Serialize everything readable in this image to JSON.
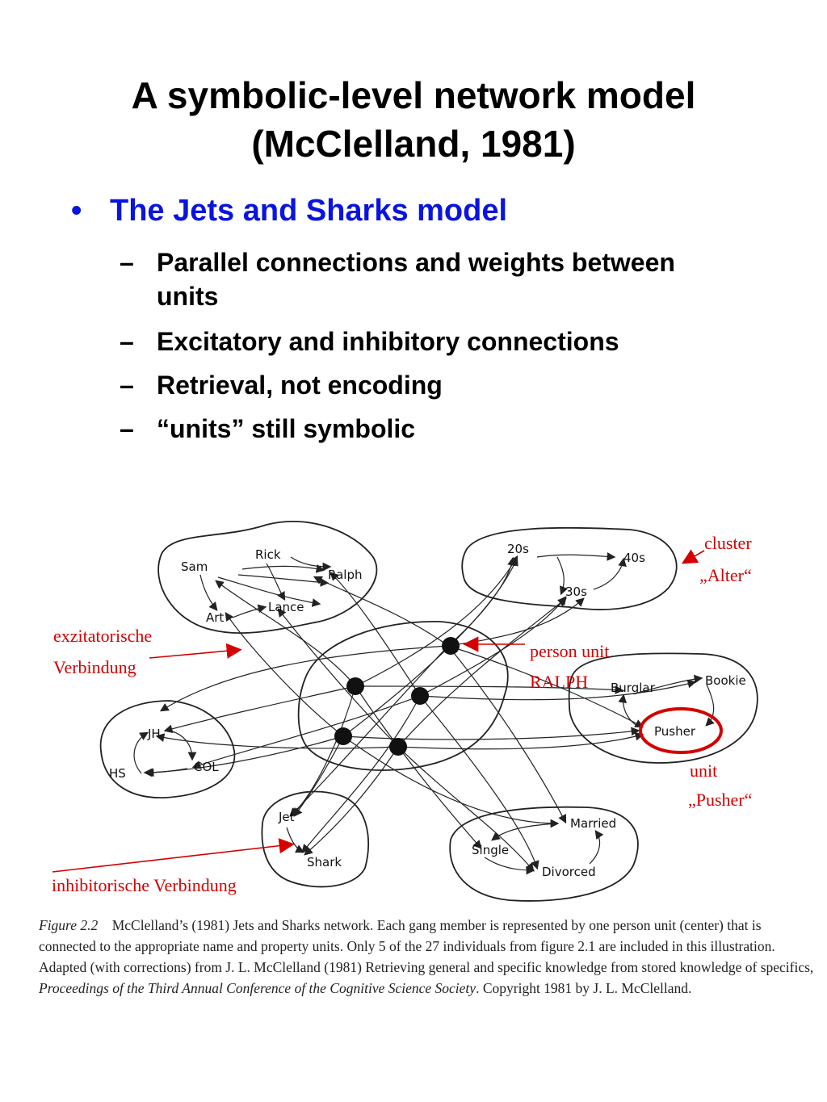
{
  "slide": {
    "title_line1": "A symbolic-level network model",
    "title_line2": "(McClelland, 1981)",
    "bullet": "The Jets and Sharks model",
    "subbullets": [
      "Parallel connections and weights between units",
      "Excitatory and inhibitory connections",
      "Retrieval, not encoding",
      "“units” still symbolic"
    ]
  },
  "diagram": {
    "clusters": {
      "names": [
        "Sam",
        "Rick",
        "Ralph",
        "Art",
        "Lance"
      ],
      "ages": [
        "20s",
        "40s",
        "30s"
      ],
      "education": [
        "JH",
        "HS",
        "COL"
      ],
      "occupations": [
        "Burglar",
        "Bookie",
        "Pusher"
      ],
      "gang": [
        "Jet",
        "Shark"
      ],
      "marital": [
        "Married",
        "Single",
        "Divorced"
      ]
    },
    "annotations": {
      "cluster_line1": "cluster",
      "cluster_line2": "„Alter“",
      "excitatory_line1": "exzitatorische",
      "excitatory_line2": "Verbindung",
      "person_line1": "person unit",
      "person_line2": "RALPH",
      "unit_line1": "unit",
      "unit_line2": "„Pusher“",
      "inhibitory": "inhibitorische Verbindung"
    },
    "colors": {
      "annotation": "#d40000",
      "bullet": "#0a14e0"
    }
  },
  "caption": {
    "figure_label": "Figure 2.2",
    "text1": "McClelland’s (1981) Jets and Sharks network. Each gang member is represented by one person unit (center) that is connected to the appropriate name and property units. Only 5 of the 27 individuals from figure 2.1 are included in this illustration. Adapted (with corrections) from J. L. McClelland (1981) Retrieving general and specific knowledge from stored knowledge of specifics,",
    "source": "Proceedings of the Third Annual Conference of the Cognitive Science Society",
    "text2": ". Copyright 1981 by J. L. McClelland."
  }
}
